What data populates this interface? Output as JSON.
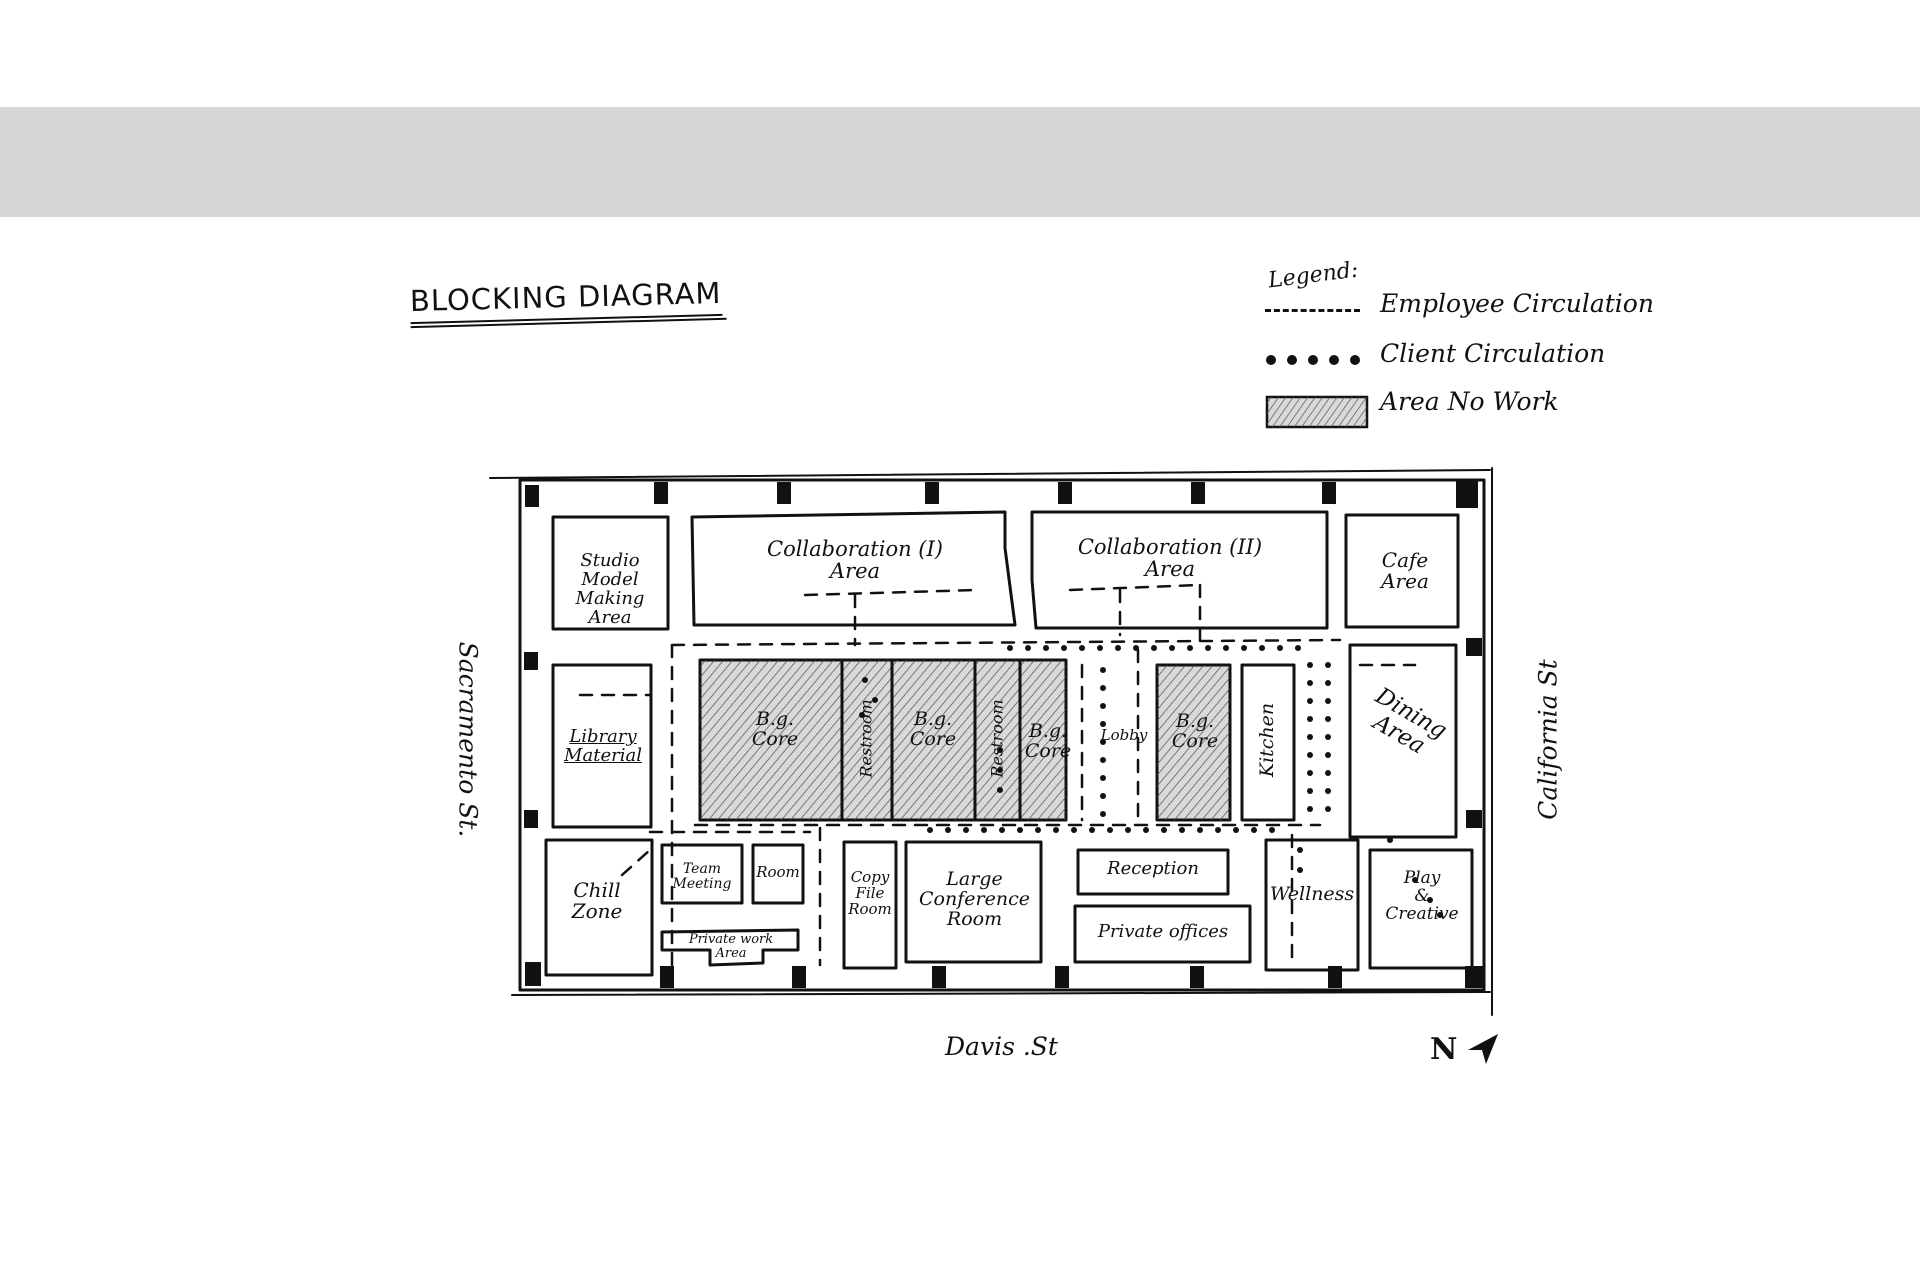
{
  "title": "BLOCKING DIAGRAM",
  "legend": {
    "heading": "Legend:",
    "items": [
      {
        "symbol": "dashed-line",
        "label": "Employee Circulation"
      },
      {
        "symbol": "dotted-line",
        "label": "Client Circulation"
      },
      {
        "symbol": "hatched-box",
        "label": "Area No Work"
      }
    ]
  },
  "rooms": {
    "studio": "Studio\nModel\nMaking\nArea",
    "collab1": "Collaboration (I)\nArea",
    "collab2": "Collaboration (II)\nArea",
    "cafe": "Cafe\nArea",
    "library": "Library\nMaterial",
    "core1": "B.g.\nCore",
    "restroom1": "Restroom",
    "core2": "B.g.\nCore",
    "restroom2": "Restroom",
    "core3": "B.g.\nCore",
    "lobby": "Lobby",
    "core4": "B.g.\nCore",
    "kitchen": "Kitchen",
    "dining": "Dining\nArea",
    "chill": "Chill\nZone",
    "team": "Team\nMeeting",
    "room": "Room",
    "private_work": "Private work\nArea",
    "copy": "Copy\nFile\nRoom",
    "large_conf": "Large\nConference\nRoom",
    "reception": "Reception",
    "private_offices": "Private offices",
    "wellness": "Wellness",
    "play": "Play\n&\nCreative"
  },
  "streets": {
    "west": "Sacramento St.",
    "east": "California St",
    "south": "Davis .St"
  },
  "north_label": "N",
  "colors": {
    "ink": "#111111",
    "band": "#d5d5d4",
    "hatch_fill": "#d9d9d9"
  }
}
